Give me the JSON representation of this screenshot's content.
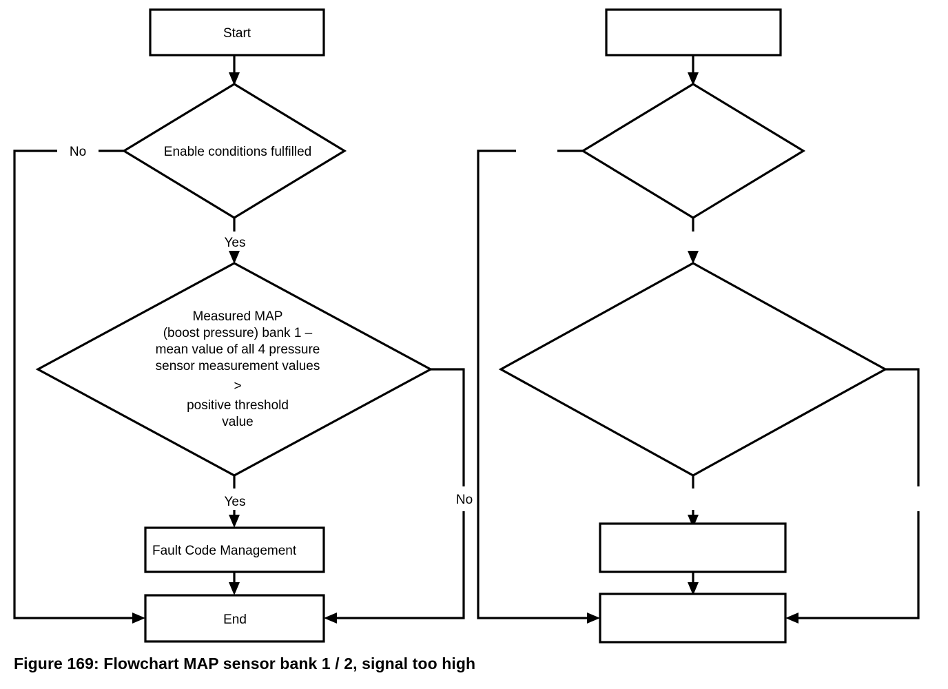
{
  "figure": {
    "caption": "Figure 169: Flowchart MAP sensor bank 1 / 2, signal too high",
    "background_color": "#ffffff",
    "line_color": "#000000",
    "text_color": "#000000"
  },
  "diagram": {
    "type": "flowchart",
    "panels": [
      {
        "id": "bank-1-flowchart",
        "labelled": true,
        "nodes": [
          {
            "id": "start",
            "shape": "process",
            "label": "Start"
          },
          {
            "id": "enable-conditions",
            "shape": "decision",
            "label": "Enable conditions fulfilled"
          },
          {
            "id": "map-threshold",
            "shape": "decision",
            "label_lines": [
              "Measured MAP",
              "(boost pressure) bank 1 –",
              "mean value of all 4 pressure",
              "sensor measurement values",
              ">",
              "positive threshold",
              "value"
            ]
          },
          {
            "id": "fault-code-management",
            "shape": "process",
            "label": "Fault Code Management"
          },
          {
            "id": "end",
            "shape": "process",
            "label": "End"
          }
        ],
        "edges": [
          {
            "from": "start",
            "to": "enable-conditions",
            "label": ""
          },
          {
            "from": "enable-conditions",
            "to": "end",
            "label": "No"
          },
          {
            "from": "enable-conditions",
            "to": "map-threshold",
            "label": "Yes"
          },
          {
            "from": "map-threshold",
            "to": "end",
            "label": "No"
          },
          {
            "from": "map-threshold",
            "to": "fault-code-management",
            "label": "Yes"
          },
          {
            "from": "fault-code-management",
            "to": "end",
            "label": ""
          }
        ]
      },
      {
        "id": "bank-2-flowchart",
        "labelled": false,
        "nodes": [
          {
            "id": "start-2",
            "shape": "process",
            "label": ""
          },
          {
            "id": "enable-conditions-2",
            "shape": "decision",
            "label": ""
          },
          {
            "id": "map-threshold-2",
            "shape": "decision",
            "label": ""
          },
          {
            "id": "fault-code-management-2",
            "shape": "process",
            "label": ""
          },
          {
            "id": "end-2",
            "shape": "process",
            "label": ""
          }
        ],
        "edges": [
          {
            "from": "start-2",
            "to": "enable-conditions-2",
            "label": ""
          },
          {
            "from": "enable-conditions-2",
            "to": "end-2",
            "label": ""
          },
          {
            "from": "enable-conditions-2",
            "to": "map-threshold-2",
            "label": ""
          },
          {
            "from": "map-threshold-2",
            "to": "end-2",
            "label": ""
          },
          {
            "from": "map-threshold-2",
            "to": "fault-code-management-2",
            "label": ""
          },
          {
            "from": "fault-code-management-2",
            "to": "end-2",
            "label": ""
          }
        ]
      }
    ]
  }
}
